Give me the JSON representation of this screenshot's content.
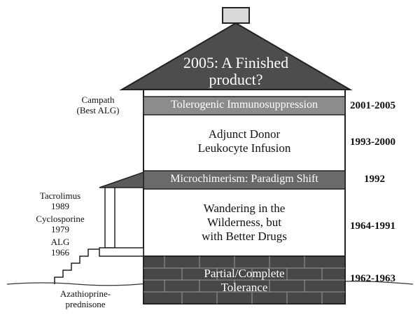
{
  "roof": {
    "line1": "2005: A Finished",
    "line2": "product?"
  },
  "floors": {
    "tolerogenic": "Tolerogenic Immunosuppression",
    "adjunct": {
      "line1": "Adjunct Donor",
      "line2": "Leukocyte Infusion"
    },
    "microchimerism": "Microchimerism: Paradigm Shift",
    "wandering": {
      "line1": "Wandering in the",
      "line2": "Wilderness, but",
      "line3": "with Better Drugs"
    },
    "tolerance": {
      "line1": "Partial/Complete",
      "line2": "Tolerance"
    }
  },
  "years": {
    "tolerogenic": "2001-2005",
    "adjunct": "1993-2000",
    "microchimerism": "1992",
    "wandering": "1964-1991",
    "tolerance": "1962-1963"
  },
  "drugs": {
    "campath": {
      "line1": "Campath",
      "line2": "(Best ALG)"
    },
    "tacrolimus": {
      "name": "Tacrolimus",
      "year": "1989"
    },
    "cyclosporine": {
      "name": "Cyclosporine",
      "year": "1979"
    },
    "alg": {
      "name": "ALG",
      "year": "1966"
    },
    "azathioprine": {
      "line1": "Azathioprine-",
      "line2": "prednisone"
    }
  },
  "colors": {
    "roof": "#4d4d4d",
    "band": "#6a6a6a",
    "band_light": "#8c8c8c",
    "foundation": "#474747",
    "outline": "#222222"
  }
}
